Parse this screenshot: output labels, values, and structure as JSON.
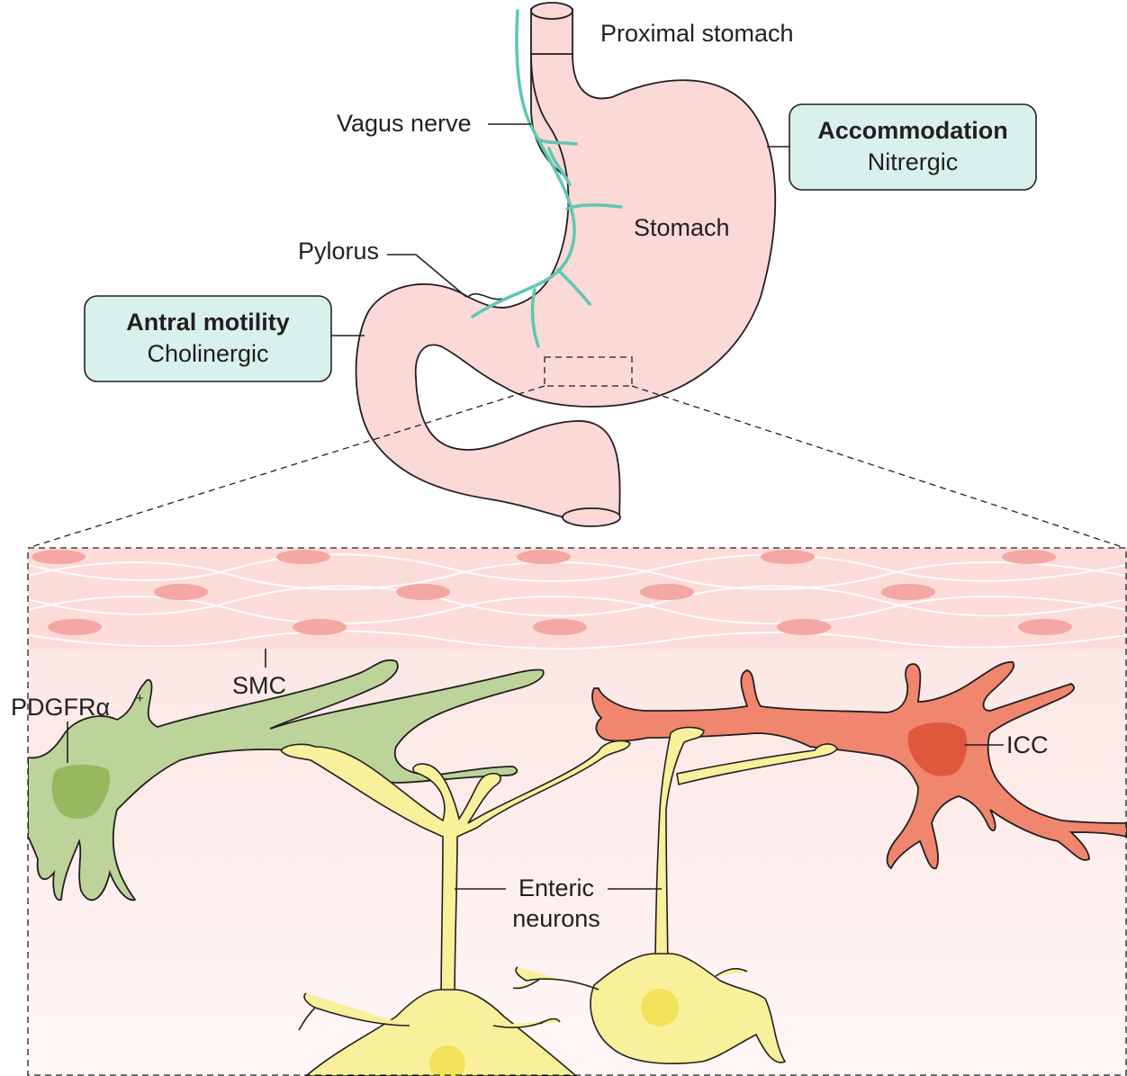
{
  "labels": {
    "proximal_stomach": "Proximal stomach",
    "vagus_nerve": "Vagus nerve",
    "stomach": "Stomach",
    "pylorus": "Pylorus",
    "smc": "SMC",
    "pdgfra": "PDGFRα",
    "pdgfra_sup": "+",
    "icc": "ICC",
    "enteric_line1": "Enteric",
    "enteric_line2": "neurons"
  },
  "boxes": {
    "accommodation": {
      "title": "Accommodation",
      "subtitle": "Nitrergic"
    },
    "antral": {
      "title": "Antral motility",
      "subtitle": "Cholinergic"
    }
  },
  "colors": {
    "stomach_fill": "#fbd9d6",
    "stomach_stroke": "#231f20",
    "vagus": "#5cc8b4",
    "box_fill": "#d9f1ec",
    "smc_layer": "#fbdcd9",
    "smc_nucleus": "#f4a7a3",
    "pdgfra_cell": "#bcd49a",
    "pdgfra_nucleus": "#98b85f",
    "icc_cell": "#f0866d",
    "icc_nucleus": "#e0583c",
    "neuron": "#f8f09a",
    "neuron_nucleus": "#f2e35a",
    "tissue_bg": "#fdf0ef"
  }
}
